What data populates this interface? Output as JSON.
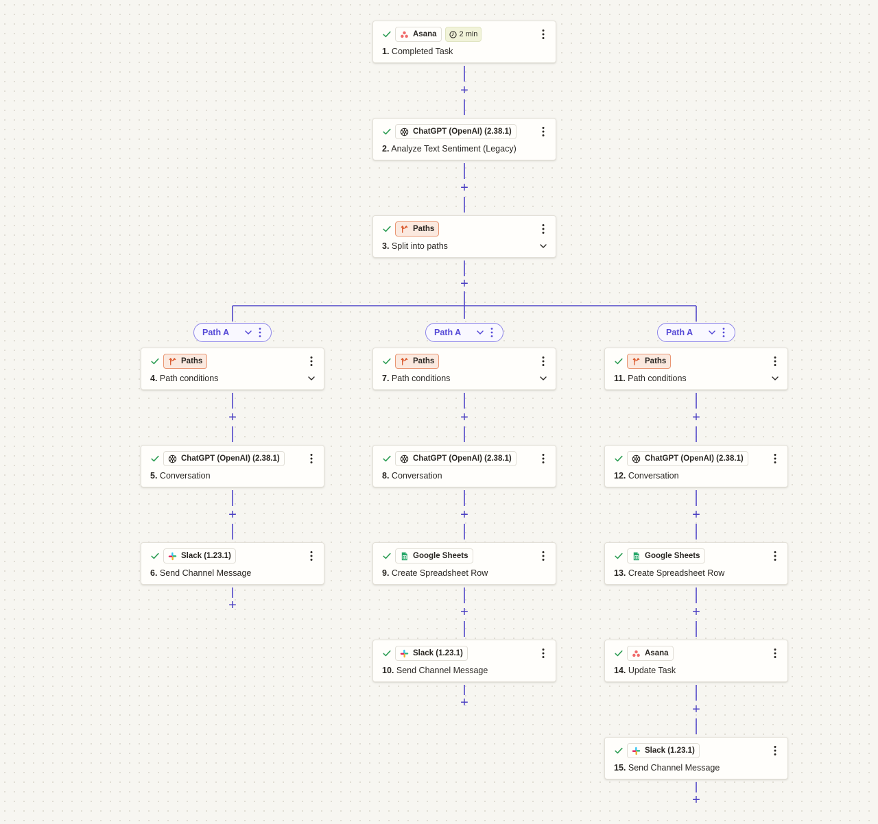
{
  "colors": {
    "canvas_bg": "#f7f6f1",
    "connector": "#5146c9",
    "path_accent": "#5448d6",
    "check_green": "#2f9e55",
    "paths_badge_bg": "#fbe9df",
    "paths_badge_border": "#e99672",
    "timer_bg": "#f1f3d9"
  },
  "steps": [
    {
      "number": "1.",
      "title": "Completed Task",
      "app": "Asana",
      "icon": "asana-icon",
      "timer": "2 min"
    },
    {
      "number": "2.",
      "title": "Analyze Text Sentiment (Legacy)",
      "app": "ChatGPT (OpenAI) (2.38.1)",
      "icon": "openai-icon"
    },
    {
      "number": "3.",
      "title": "Split into paths",
      "app": "Paths",
      "icon": "paths-icon",
      "expandable": true
    },
    {
      "number": "4.",
      "title": "Path conditions",
      "app": "Paths",
      "icon": "paths-icon",
      "expandable": true
    },
    {
      "number": "5.",
      "title": "Conversation",
      "app": "ChatGPT (OpenAI) (2.38.1)",
      "icon": "openai-icon"
    },
    {
      "number": "6.",
      "title": "Send Channel Message",
      "app": "Slack (1.23.1)",
      "icon": "slack-icon"
    },
    {
      "number": "7.",
      "title": "Path conditions",
      "app": "Paths",
      "icon": "paths-icon",
      "expandable": true
    },
    {
      "number": "8.",
      "title": "Conversation",
      "app": "ChatGPT (OpenAI) (2.38.1)",
      "icon": "openai-icon"
    },
    {
      "number": "9.",
      "title": "Create Spreadsheet Row",
      "app": "Google Sheets",
      "icon": "google-sheets-icon"
    },
    {
      "number": "10.",
      "title": "Send Channel Message",
      "app": "Slack (1.23.1)",
      "icon": "slack-icon"
    },
    {
      "number": "11.",
      "title": "Path conditions",
      "app": "Paths",
      "icon": "paths-icon",
      "expandable": true
    },
    {
      "number": "12.",
      "title": "Conversation",
      "app": "ChatGPT (OpenAI) (2.38.1)",
      "icon": "openai-icon"
    },
    {
      "number": "13.",
      "title": "Create Spreadsheet Row",
      "app": "Google Sheets",
      "icon": "google-sheets-icon"
    },
    {
      "number": "14.",
      "title": "Update Task",
      "app": "Asana",
      "icon": "asana-icon"
    },
    {
      "number": "15.",
      "title": "Send Channel Message",
      "app": "Slack (1.23.1)",
      "icon": "slack-icon"
    }
  ],
  "paths": [
    {
      "label": "Path A"
    },
    {
      "label": "Path A"
    },
    {
      "label": "Path A"
    }
  ],
  "add_step_symbol": "+"
}
